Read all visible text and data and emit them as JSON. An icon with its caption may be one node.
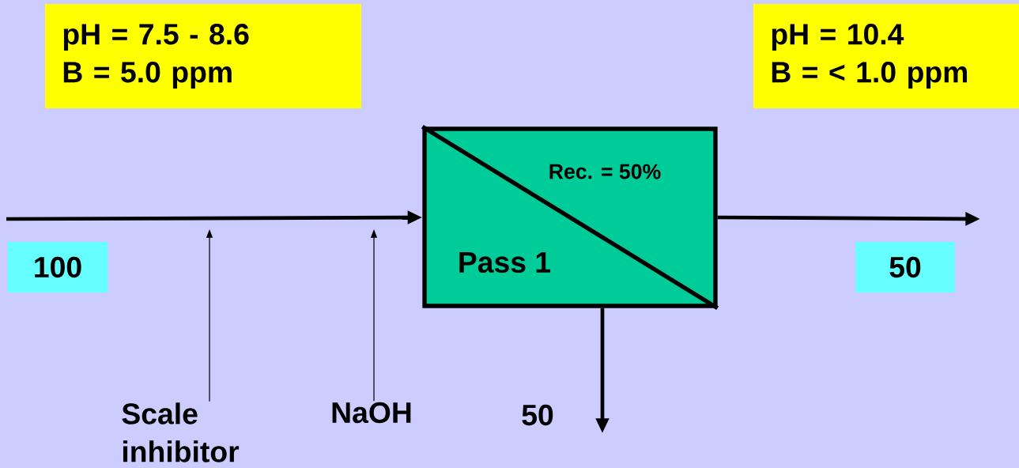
{
  "diagram": {
    "nodes": [
      {
        "text": [
          "pH = 7.5 - 8.6",
          "B = 5.0 ppm"
        ]
      },
      {
        "text": [
          "pH = 10.4",
          "B = < 1.0 ppm"
        ]
      },
      {
        "text": [
          "100"
        ]
      },
      {
        "text": [
          "Rec. = 50%",
          "Pass 1"
        ]
      },
      {
        "text": [
          "50"
        ]
      },
      {
        "text": [
          "Scale inhibitor"
        ]
      },
      {
        "text": [
          "NaOH"
        ]
      }
    ],
    "edges": [
      {
        "from": null,
        "to": 3,
        "arrow": "to"
      },
      {
        "from": 3,
        "to": null,
        "arrow": "to"
      },
      {
        "from": 3,
        "to": null,
        "arrow": "to"
      },
      {
        "from": 5,
        "to": null,
        "arrow": "to"
      },
      {
        "from": 6,
        "to": null,
        "arrow": "to"
      }
    ],
    "labels": [
      "50"
    ]
  }
}
